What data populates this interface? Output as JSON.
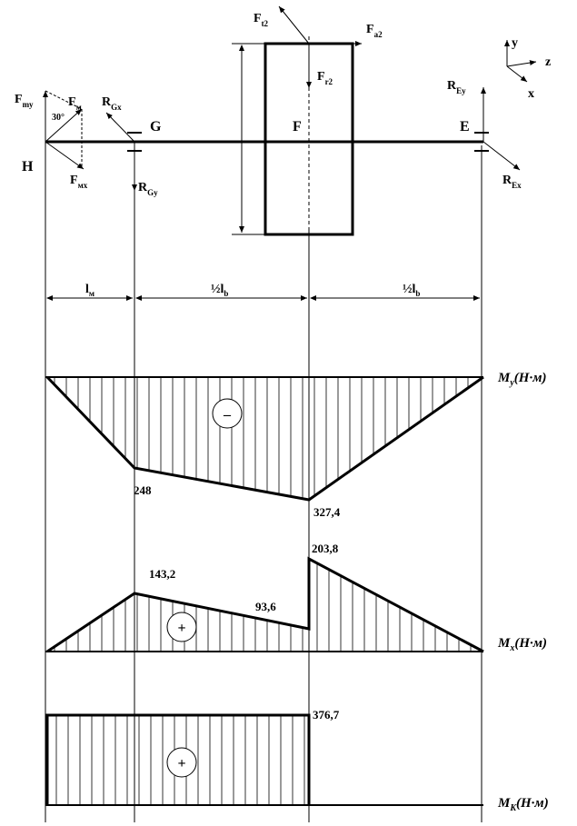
{
  "labels": {
    "H": "H",
    "G": "G",
    "F": "F",
    "E": "E",
    "Ft2": {
      "main": "F",
      "sub": "t2"
    },
    "Fa2": {
      "main": "F",
      "sub": "a2"
    },
    "Fr2": {
      "main": "F",
      "sub": "r2"
    },
    "Fmy": {
      "main": "F",
      "sub": "my"
    },
    "Fm": {
      "main": "F",
      "sub": "м"
    },
    "Fmx": {
      "main": "F",
      "sub": "мx"
    },
    "RGx": {
      "main": "R",
      "sub": "Gx"
    },
    "RGy": {
      "main": "R",
      "sub": "Gy"
    },
    "REy": {
      "main": "R",
      "sub": "Ey"
    },
    "REx": {
      "main": "R",
      "sub": "Ex"
    },
    "angle": "30°",
    "coord_y": "y",
    "coord_z": "z",
    "coord_x": "x"
  },
  "dimensions": {
    "lm": {
      "main": "l",
      "sub": "м"
    },
    "half_lb_1": {
      "main": "½l",
      "sub": "b"
    },
    "half_lb_2": {
      "main": "½l",
      "sub": "b"
    }
  },
  "diagrams": {
    "My": {
      "axis_label": {
        "main": "M",
        "sub": "y",
        "unit": "(Н·м)"
      },
      "sign": "–",
      "values": [
        "248",
        "327,4"
      ]
    },
    "Mx": {
      "axis_label": {
        "main": "M",
        "sub": "x",
        "unit": "(Н·м)"
      },
      "sign": "+",
      "values": [
        "143,2",
        "93,6",
        "203,8"
      ]
    },
    "Mk": {
      "axis_label": {
        "main": "M",
        "sub": "K",
        "unit": "(Н·м)"
      },
      "sign": "+",
      "values": [
        "376,7"
      ]
    }
  }
}
